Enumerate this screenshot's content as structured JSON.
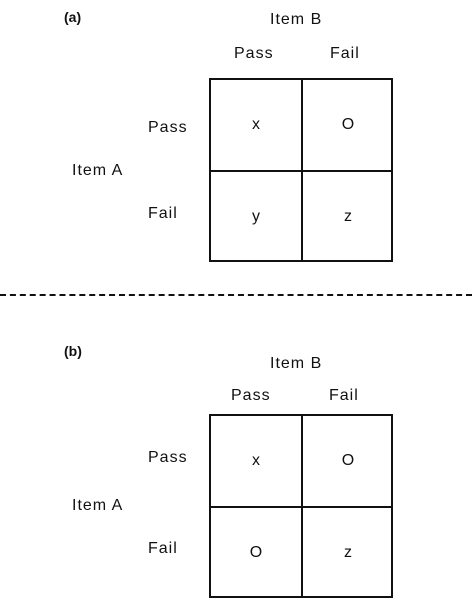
{
  "panels": [
    {
      "label": "(a)",
      "item_b_title": "Item B",
      "item_a_title": "Item A",
      "col_labels": [
        "Pass",
        "Fail"
      ],
      "row_labels": [
        "Pass",
        "Fail"
      ],
      "cells": [
        [
          "x",
          "O"
        ],
        [
          "y",
          "z"
        ]
      ]
    },
    {
      "label": "(b)",
      "item_b_title": "Item B",
      "item_a_title": "Item A",
      "col_labels": [
        "Pass",
        "Fail"
      ],
      "row_labels": [
        "Pass",
        "Fail"
      ],
      "cells": [
        [
          "x",
          "O"
        ],
        [
          "O",
          "z"
        ]
      ]
    }
  ]
}
